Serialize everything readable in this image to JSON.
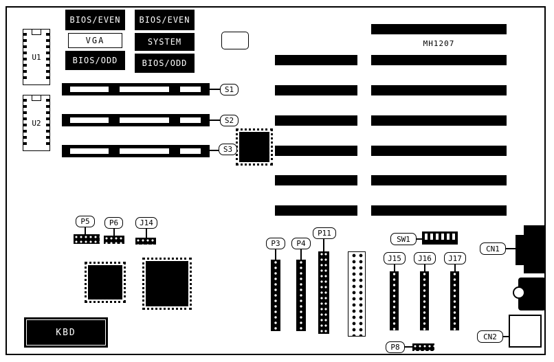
{
  "diagram": {
    "type": "motherboard-layout",
    "board_label": "MH1207",
    "chips": {
      "u1": "U1",
      "u2": "U2",
      "bios_even": "BIOS/EVEN",
      "vga": "VGA",
      "bios_odd": "BIOS/ODD",
      "system": "SYSTEM",
      "kbd": "KBD"
    },
    "connectors": {
      "s1": "S1",
      "s2": "S2",
      "s3": "S3",
      "p3": "P3",
      "p4": "P4",
      "p5": "P5",
      "p6": "P6",
      "p8": "P8",
      "p11": "P11",
      "j14": "J14",
      "j15": "J15",
      "j16": "J16",
      "j17": "J17",
      "sw1": "SW1",
      "cn1": "CN1",
      "cn2": "CN2"
    },
    "colors": {
      "ink": "#000000",
      "paper": "#ffffff"
    }
  }
}
